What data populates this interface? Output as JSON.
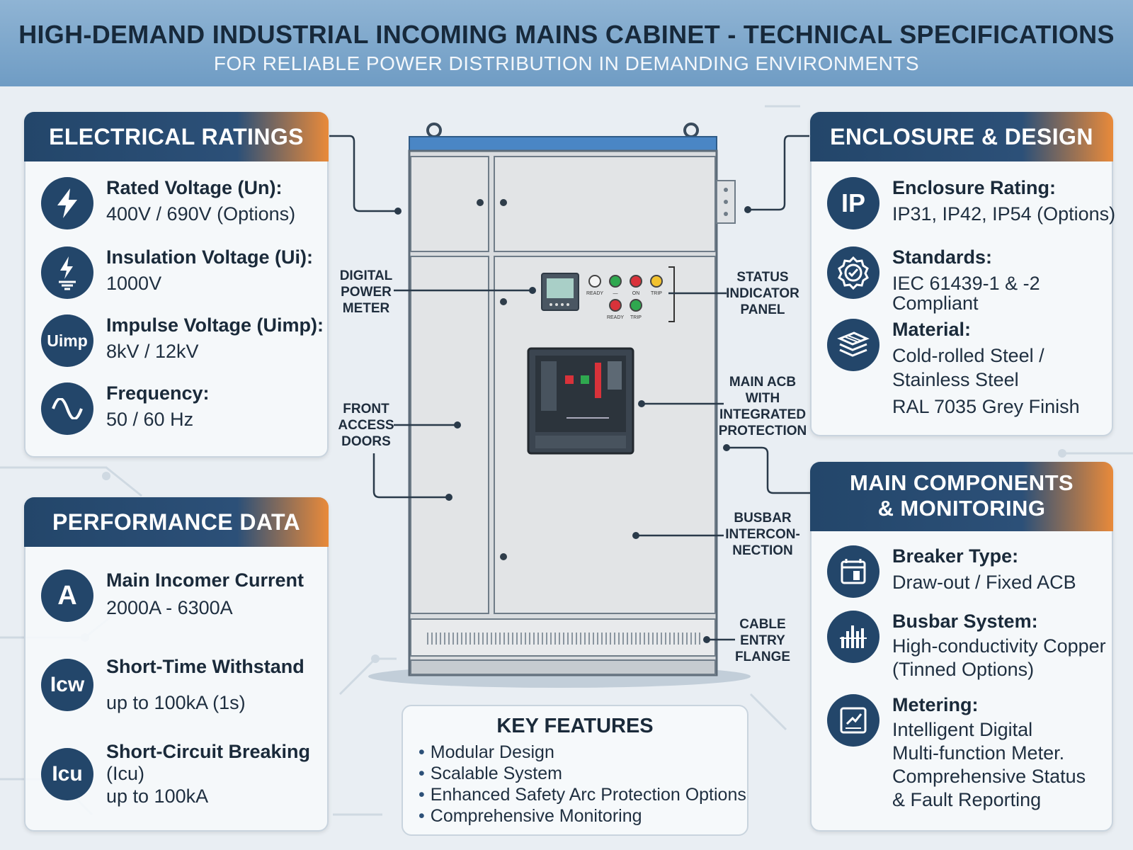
{
  "header": {
    "title": "HIGH-DEMAND INDUSTRIAL INCOMING MAINS CABINET - TECHNICAL SPECIFICATIONS",
    "subtitle": "FOR RELIABLE POWER DISTRIBUTION IN DEMANDING ENVIRONMENTS"
  },
  "electrical": {
    "title": "ELECTRICAL RATINGS",
    "items": [
      {
        "icon": "lightning-icon",
        "label": "Rated Voltage (Un):",
        "value": "400V / 690V (Options)"
      },
      {
        "icon": "insulation-icon",
        "label": "Insulation Voltage (Ui):",
        "value": "1000V"
      },
      {
        "icon": "uimp-icon",
        "icon_text": "Uimp",
        "label": "Impulse Voltage (Uimp):",
        "value": "8kV / 12kV"
      },
      {
        "icon": "sine-wave-icon",
        "label": "Frequency:",
        "value": "50 / 60 Hz"
      }
    ]
  },
  "performance": {
    "title": "PERFORMANCE DATA",
    "items": [
      {
        "icon": "ampere-icon",
        "icon_text": "A",
        "label": "Main Incomer Current",
        "value": "2000A - 6300A"
      },
      {
        "icon": "icw-icon",
        "icon_text": "Icw",
        "label": "Short-Time Withstand",
        "value": "up to 100kA (1s)"
      },
      {
        "icon": "icu-icon",
        "icon_text": "Icu",
        "label": "Short-Circuit Breaking",
        "value_line1": "(Icu)",
        "value": "up to 100kA"
      }
    ]
  },
  "enclosure": {
    "title": "ENCLOSURE & DESIGN",
    "items": [
      {
        "icon": "ip-icon",
        "icon_text": "IP",
        "label": "Enclosure Rating:",
        "value": "IP31, IP42, IP54 (Options)"
      },
      {
        "icon": "badge-check-icon",
        "label": "Standards:",
        "value_line1": "IEC 61439-1 & -2",
        "value_line2": "Compliant"
      },
      {
        "icon": "steel-sheets-icon",
        "label": "Material:",
        "value_line1": "Cold-rolled Steel /",
        "value_line2": "Stainless Steel",
        "value_line3": "RAL 7035 Grey Finish"
      }
    ]
  },
  "components": {
    "title_line1": "MAIN COMPONENTS",
    "title_line2": "& MONITORING",
    "items": [
      {
        "icon": "breaker-icon",
        "label": "Breaker Type:",
        "value": "Draw-out / Fixed ACB"
      },
      {
        "icon": "busbar-icon",
        "label": "Busbar System:",
        "value_line1": "High-conductivity Copper",
        "value_line2": "(Tinned Options)"
      },
      {
        "icon": "meter-icon",
        "label": "Metering:",
        "value_line1": "Intelligent Digital",
        "value_line2": "Multi-function Meter.",
        "value_line3": "Comprehensive Status",
        "value_line4": "& Fault Reporting"
      }
    ]
  },
  "callouts": {
    "digital_meter": [
      "DIGITAL",
      "POWER",
      "METER"
    ],
    "status_panel": [
      "STATUS",
      "INDICATOR",
      "PANEL"
    ],
    "front_doors": [
      "FRONT",
      "ACCESS",
      "DOORS"
    ],
    "main_acb": [
      "MAIN ACB",
      "WITH",
      "INTEGRATED",
      "PROTECTION"
    ],
    "busbar": [
      "BUSBAR",
      "INTERCON-",
      "NECTION"
    ],
    "cable_entry": [
      "CABLE",
      "ENTRY",
      "FLANGE"
    ]
  },
  "indicator_labels": {
    "top": [
      "READY",
      "—",
      "ON",
      "TRIP"
    ],
    "bottom": [
      "READY",
      "TRIP"
    ]
  },
  "key_features": {
    "title": "KEY FEATURES",
    "items": [
      "Modular Design",
      "Scalable System",
      "Enhanced Safety Arc Protection Options",
      "Comprehensive Monitoring"
    ]
  },
  "colors": {
    "navy": "#23466a",
    "orange": "#e98a3a",
    "cabinet_grey": "#d9dcdf",
    "roof_blue": "#4a86c5"
  }
}
